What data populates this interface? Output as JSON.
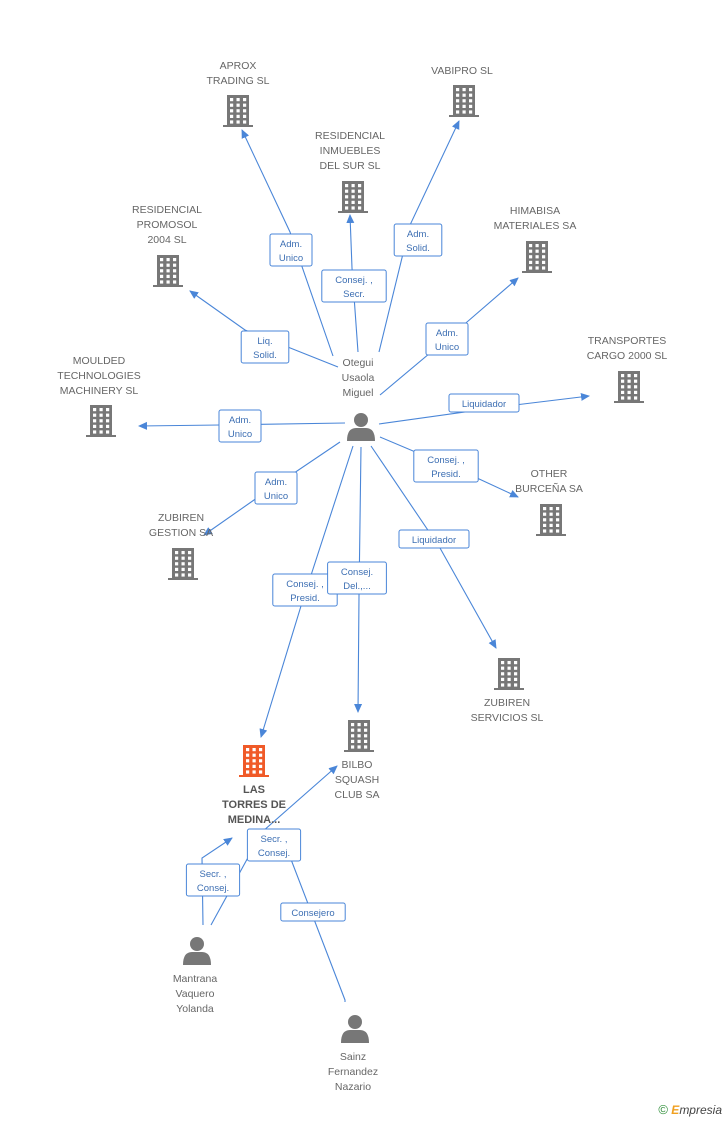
{
  "colors": {
    "edge": "#4a86d8",
    "company": "#777777",
    "highlight": "#f05a28",
    "person": "#777777",
    "label_border": "#4a86d8",
    "label_text": "#3d6fb3"
  },
  "brand": {
    "copyright": "©",
    "first_letter": "E",
    "rest": "mpresia"
  },
  "nodes": [
    {
      "id": "aprox",
      "kind": "company",
      "icon": "building-icon",
      "label": [
        "APROX",
        "TRADING SL"
      ]
    },
    {
      "id": "vabipro",
      "kind": "company",
      "icon": "building-icon",
      "label": [
        "VABIPRO SL"
      ]
    },
    {
      "id": "residencial_inmuebles",
      "kind": "company",
      "icon": "building-icon",
      "label": [
        "RESIDENCIAL",
        "INMUEBLES",
        "DEL SUR SL"
      ]
    },
    {
      "id": "residencial_promosol",
      "kind": "company",
      "icon": "building-icon",
      "label": [
        "RESIDENCIAL",
        "PROMOSOL",
        "2004 SL"
      ]
    },
    {
      "id": "himabisa",
      "kind": "company",
      "icon": "building-icon",
      "label": [
        "HIMABISA",
        "MATERIALES SA"
      ]
    },
    {
      "id": "transportes",
      "kind": "company",
      "icon": "building-icon",
      "label": [
        "TRANSPORTES",
        "CARGO 2000 SL"
      ]
    },
    {
      "id": "moulded",
      "kind": "company",
      "icon": "building-icon",
      "label": [
        "MOULDED",
        "TECHNOLOGIES",
        "MACHINERY  SL"
      ]
    },
    {
      "id": "other_burcena",
      "kind": "company",
      "icon": "building-icon",
      "label": [
        "OTHER",
        "BURCEÑA SA"
      ]
    },
    {
      "id": "zubiren_gestion",
      "kind": "company",
      "icon": "building-icon",
      "label": [
        "ZUBIREN",
        "GESTION SA"
      ]
    },
    {
      "id": "zubiren_servicios",
      "kind": "company",
      "icon": "building-icon",
      "label": [
        "ZUBIREN",
        "SERVICIOS SL"
      ]
    },
    {
      "id": "bilbo",
      "kind": "company",
      "icon": "building-icon",
      "label": [
        "BILBO",
        "SQUASH",
        "CLUB SA"
      ]
    },
    {
      "id": "las_torres",
      "kind": "company",
      "highlight": true,
      "icon": "building-icon",
      "label": [
        "LAS",
        "TORRES DE",
        "MEDINA..."
      ]
    },
    {
      "id": "otegui",
      "kind": "person",
      "icon": "person-icon",
      "label": [
        "Otegui",
        "Usaola",
        "Miguel"
      ]
    },
    {
      "id": "mantrana",
      "kind": "person",
      "icon": "person-icon",
      "label": [
        "Mantrana",
        "Vaquero",
        "Yolanda"
      ]
    },
    {
      "id": "sainz",
      "kind": "person",
      "icon": "person-icon",
      "label": [
        "Sainz",
        "Fernandez",
        "Nazario"
      ]
    }
  ],
  "edges": [
    {
      "from": "otegui",
      "to": "aprox",
      "label": [
        "Adm.",
        "Unico"
      ]
    },
    {
      "from": "otegui",
      "to": "residencial_inmuebles",
      "label": [
        "Consej. ,",
        "Secr."
      ]
    },
    {
      "from": "otegui",
      "to": "vabipro",
      "label": [
        "Adm.",
        "Solid."
      ]
    },
    {
      "from": "otegui",
      "to": "residencial_promosol",
      "label": [
        "Liq.",
        "Solid."
      ]
    },
    {
      "from": "otegui",
      "to": "himabisa",
      "label": [
        "Adm.",
        "Unico"
      ]
    },
    {
      "from": "otegui",
      "to": "transportes",
      "label": [
        "Liquidador"
      ]
    },
    {
      "from": "otegui",
      "to": "moulded",
      "label": [
        "Adm.",
        "Unico"
      ]
    },
    {
      "from": "otegui",
      "to": "other_burcena",
      "label": [
        "Consej. ,",
        "Presid."
      ]
    },
    {
      "from": "otegui",
      "to": "zubiren_gestion",
      "label": [
        "Adm.",
        "Unico"
      ]
    },
    {
      "from": "otegui",
      "to": "zubiren_servicios",
      "label": [
        "Liquidador"
      ]
    },
    {
      "from": "otegui",
      "to": "las_torres",
      "label": [
        "Consej. ,",
        "Presid."
      ]
    },
    {
      "from": "otegui",
      "to": "bilbo",
      "label": [
        "Consej.",
        "Del.,..."
      ]
    },
    {
      "from": "mantrana",
      "to": "las_torres",
      "label": [
        "Secr. ,",
        "Consej."
      ]
    },
    {
      "from": "mantrana",
      "to": "bilbo",
      "label": [
        "Secr. ,",
        "Consej."
      ]
    },
    {
      "from": "sainz",
      "to": "las_torres",
      "label": [
        "Consejero"
      ]
    }
  ]
}
